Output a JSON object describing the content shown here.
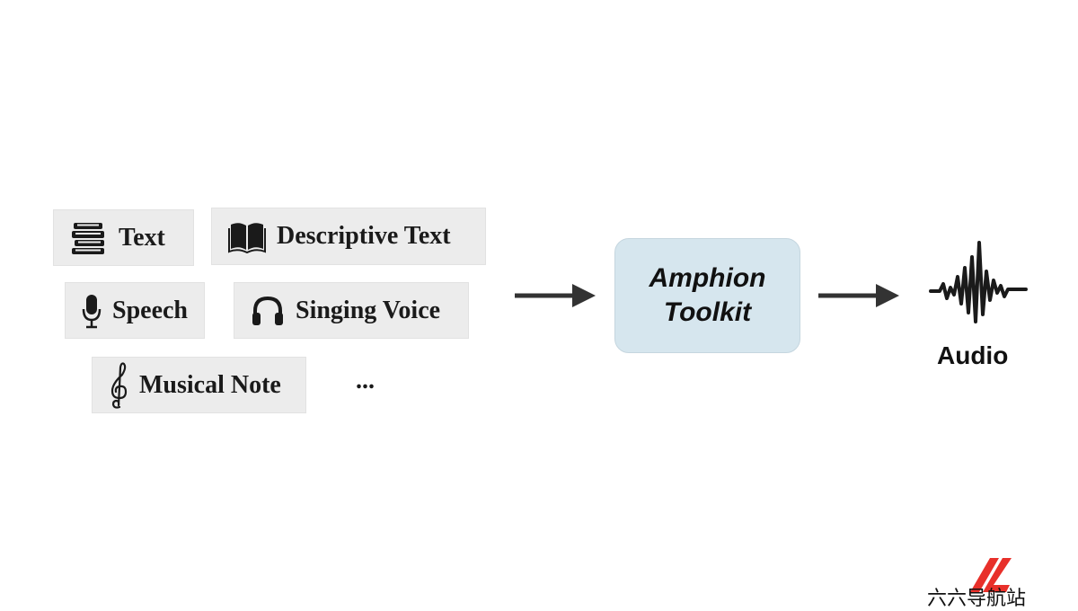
{
  "inputs": {
    "text": "Text",
    "descriptive_text": "Descriptive Text",
    "speech": "Speech",
    "singing_voice": "Singing Voice",
    "musical_note": "Musical Note",
    "more": "..."
  },
  "toolkit": {
    "line1": "Amphion",
    "line2": "Toolkit"
  },
  "output": {
    "label": "Audio"
  },
  "watermark": {
    "text": "六六导航站"
  },
  "colors": {
    "chip_bg": "#ececec",
    "toolkit_bg": "#d6e6ee",
    "arrow": "#333333",
    "logo_red": "#e8302a"
  }
}
